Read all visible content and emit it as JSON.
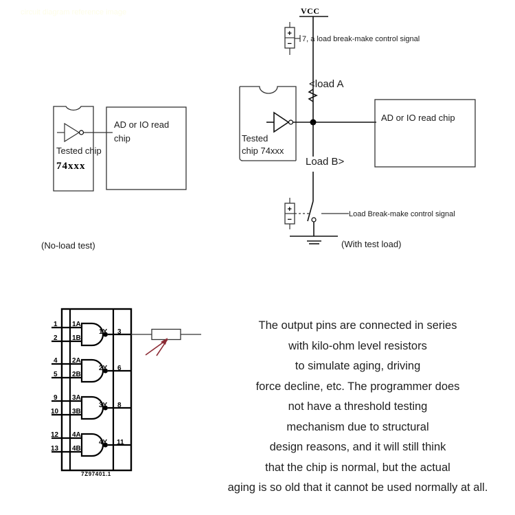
{
  "watermark": "circuit diagram reference image",
  "diagrams": {
    "no_load": {
      "caption": "(No-load test)",
      "tested_chip_label_1": "Tested chip",
      "tested_chip_label_2": "74xxx",
      "read_chip_label_1": "AD or IO read",
      "read_chip_label_2": "chip"
    },
    "with_load": {
      "caption": "(With test load)",
      "vcc_label": "VCC",
      "top_control_label": "7, a load break-make control signal",
      "bottom_control_label": "Load Break-make control signal",
      "load_a_label": "<load A",
      "load_b_label": "Load B>",
      "tested_chip_label_1": "Tested",
      "tested_chip_label_2": "chip 74xxx",
      "read_chip_label": "AD or IO read chip",
      "battery_plus": "+",
      "battery_minus": "−"
    },
    "nand_ic": {
      "part_number": "7Z97401.1",
      "gates": [
        {
          "input_a_pin": "1",
          "input_a_name": "1A",
          "input_b_pin": "2",
          "input_b_name": "1B",
          "output_name": "1Y",
          "output_pin": "3"
        },
        {
          "input_a_pin": "4",
          "input_a_name": "2A",
          "input_b_pin": "5",
          "input_b_name": "2B",
          "output_name": "2Y",
          "output_pin": "6"
        },
        {
          "input_a_pin": "9",
          "input_a_name": "3A",
          "input_b_pin": "10",
          "input_b_name": "3B",
          "output_name": "3Y",
          "output_pin": "8"
        },
        {
          "input_a_pin": "12",
          "input_a_name": "4A",
          "input_b_pin": "13",
          "input_b_name": "4B",
          "output_name": "4Y",
          "output_pin": "11"
        }
      ]
    }
  },
  "explanation": {
    "lines": [
      "The output pins are connected in series",
      "with kilo-ohm level resistors",
      "to simulate aging, driving",
      "force decline, etc. The programmer does",
      "not have a threshold testing",
      "mechanism due to structural",
      "design reasons, and it will still think",
      "that the chip is normal, but the actual",
      "aging is so old that it cannot be used normally at all."
    ]
  },
  "colors": {
    "wire": "#333333",
    "ink": "#000000",
    "arrow_highlight": "#8c2b35",
    "background": "#ffffff"
  }
}
